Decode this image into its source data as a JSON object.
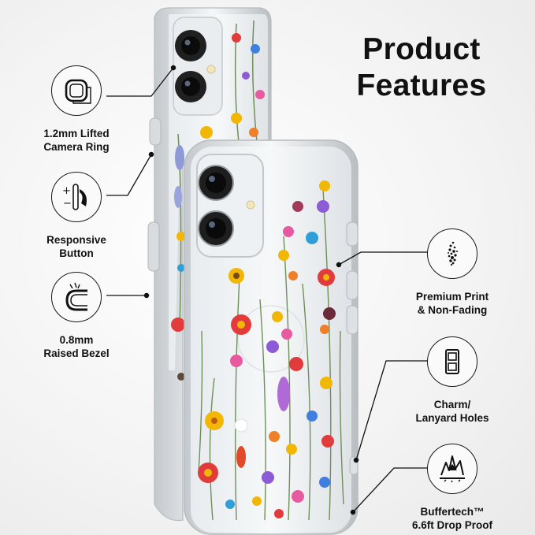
{
  "title": {
    "line1": "Product",
    "line2": "Features"
  },
  "features": [
    {
      "icon": "lifted-camera-ring-icon",
      "line1": "1.2mm Lifted",
      "line2": "Camera Ring"
    },
    {
      "icon": "responsive-button-icon",
      "line1": "Responsive",
      "line2": "Button"
    },
    {
      "icon": "raised-bezel-icon",
      "line1": "0.8mm",
      "line2": "Raised Bezel"
    },
    {
      "icon": "print-dots-icon",
      "line1": "Premium Print",
      "line2": "& Non-Fading"
    },
    {
      "icon": "lanyard-holes-icon",
      "line1": "Charm/",
      "line2": "Lanyard Holes"
    },
    {
      "icon": "drop-impact-icon",
      "line1": "Buffertech™",
      "line2": "6.6ft Drop Proof"
    }
  ],
  "colors": {
    "text": "#111111",
    "case_edge": "#cfd3d6",
    "camera_lens": "#151515",
    "flower_palette": [
      "#e23b3b",
      "#f2b705",
      "#8e5bd6",
      "#3f7fe0",
      "#f07f2a",
      "#e85aa0",
      "#2f9fd8"
    ]
  }
}
